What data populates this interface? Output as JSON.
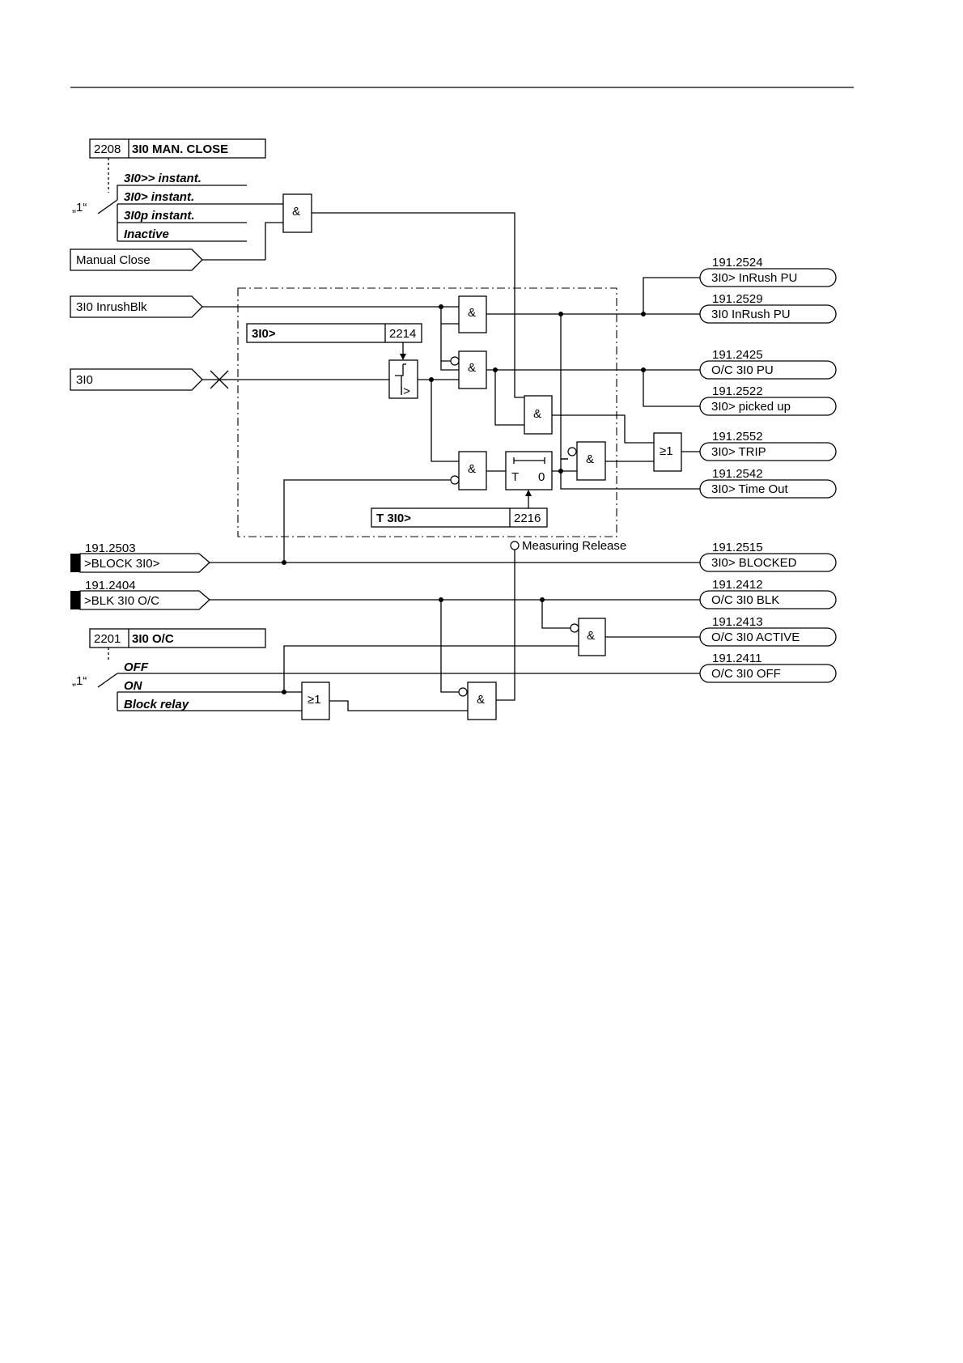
{
  "settings": {
    "man_close": {
      "address": "2208",
      "name": "3I0 MAN. CLOSE",
      "default_marker": "„1“",
      "options": [
        "3I0>> instant.",
        "3I0> instant.",
        "3I0p instant.",
        "Inactive"
      ]
    },
    "pickup": {
      "name": "3I0>",
      "address": "2214"
    },
    "delay": {
      "name": "T 3I0>",
      "address": "2216"
    },
    "oc": {
      "address": "2201",
      "name": "3I0 O/C",
      "default_marker": "„1“",
      "options": [
        "OFF",
        "ON",
        "Block relay"
      ]
    }
  },
  "inputs": {
    "manual_close": "Manual Close",
    "inrush_blk": "3I0 InrushBlk",
    "i0": "3I0",
    "block": {
      "number": "191.2503",
      "label": ">BLOCK 3I0>"
    },
    "blk_oc": {
      "number": "191.2404",
      "label": ">BLK 3I0 O/C"
    }
  },
  "measuring_release": "Measuring Release",
  "gates": {
    "and": "&",
    "or": "≥1",
    "threshold": "I>",
    "timer_t": "T",
    "timer_0": "0"
  },
  "outputs": [
    {
      "number": "191.2524",
      "label": "3I0> InRush PU"
    },
    {
      "number": "191.2529",
      "label": "3I0 InRush PU"
    },
    {
      "number": "191.2425",
      "label": "O/C 3I0 PU"
    },
    {
      "number": "191.2522",
      "label": "3I0> picked up"
    },
    {
      "number": "191.2552",
      "label": "3I0> TRIP"
    },
    {
      "number": "191.2542",
      "label": "3I0> Time Out"
    },
    {
      "number": "191.2515",
      "label": "3I0> BLOCKED"
    },
    {
      "number": "191.2412",
      "label": "O/C 3I0 BLK"
    },
    {
      "number": "191.2413",
      "label": "O/C 3I0 ACTIVE"
    },
    {
      "number": "191.2411",
      "label": "O/C 3I0 OFF"
    }
  ]
}
